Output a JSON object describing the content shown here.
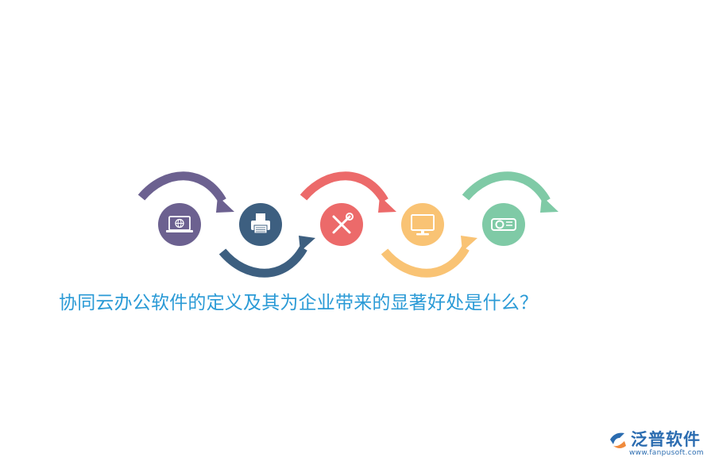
{
  "title": "协同云办公软件的定义及其为企业带来的显著好处是什么？",
  "steps": [
    {
      "icon": "laptop-globe-icon",
      "color": "#6c6190",
      "arc": "top"
    },
    {
      "icon": "printer-icon",
      "color": "#3d5f80",
      "arc": "bottom"
    },
    {
      "icon": "tools-icon",
      "color": "#ec6a6a",
      "arc": "top"
    },
    {
      "icon": "monitor-icon",
      "color": "#f9c374",
      "arc": "bottom"
    },
    {
      "icon": "projector-icon",
      "color": "#7fcaa6",
      "arc": "top"
    }
  ],
  "logo": {
    "name": "泛普软件",
    "url": "www.fanpusoft.com",
    "color": "#2b6cb0"
  }
}
